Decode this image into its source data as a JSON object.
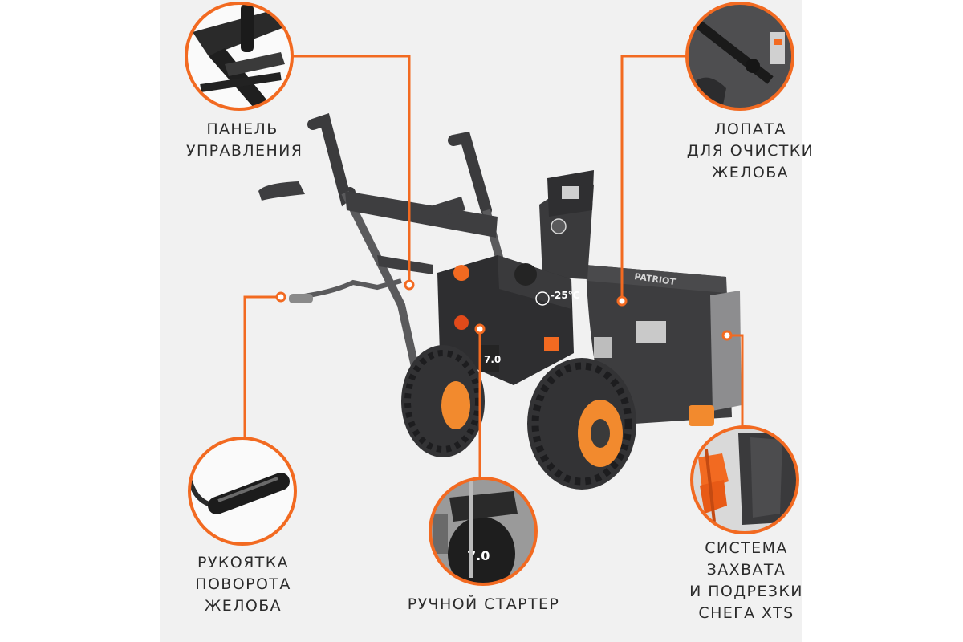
{
  "colors": {
    "accent": "#f26a21",
    "panel": "#f1f1f1",
    "text": "#2b2b2b",
    "body_dark": "#3d3d3f",
    "wheel_orange": "#f28a2e"
  },
  "callouts": {
    "control_panel": {
      "lines": [
        "ПАНЕЛЬ",
        "УПРАВЛЕНИЯ"
      ]
    },
    "chute_shovel": {
      "lines": [
        "ЛОПАТА",
        "ДЛЯ ОЧИСТКИ",
        "ЖЕЛОБА"
      ]
    },
    "chute_handle": {
      "lines": [
        "РУКОЯТКА",
        "ПОВОРОТА",
        "ЖЕЛОБА"
      ]
    },
    "manual_starter": {
      "lines": [
        "РУЧНОЙ СТАРТЕР"
      ]
    },
    "xts_system": {
      "lines": [
        "СИСТЕМА",
        "ЗАХВАТА",
        "И ПОДРЕЗКИ",
        "СНЕГА XTS"
      ]
    }
  },
  "product": {
    "brand": "PATRIOT",
    "engine_badge": "7.0",
    "temp_badge": "-25°C"
  }
}
